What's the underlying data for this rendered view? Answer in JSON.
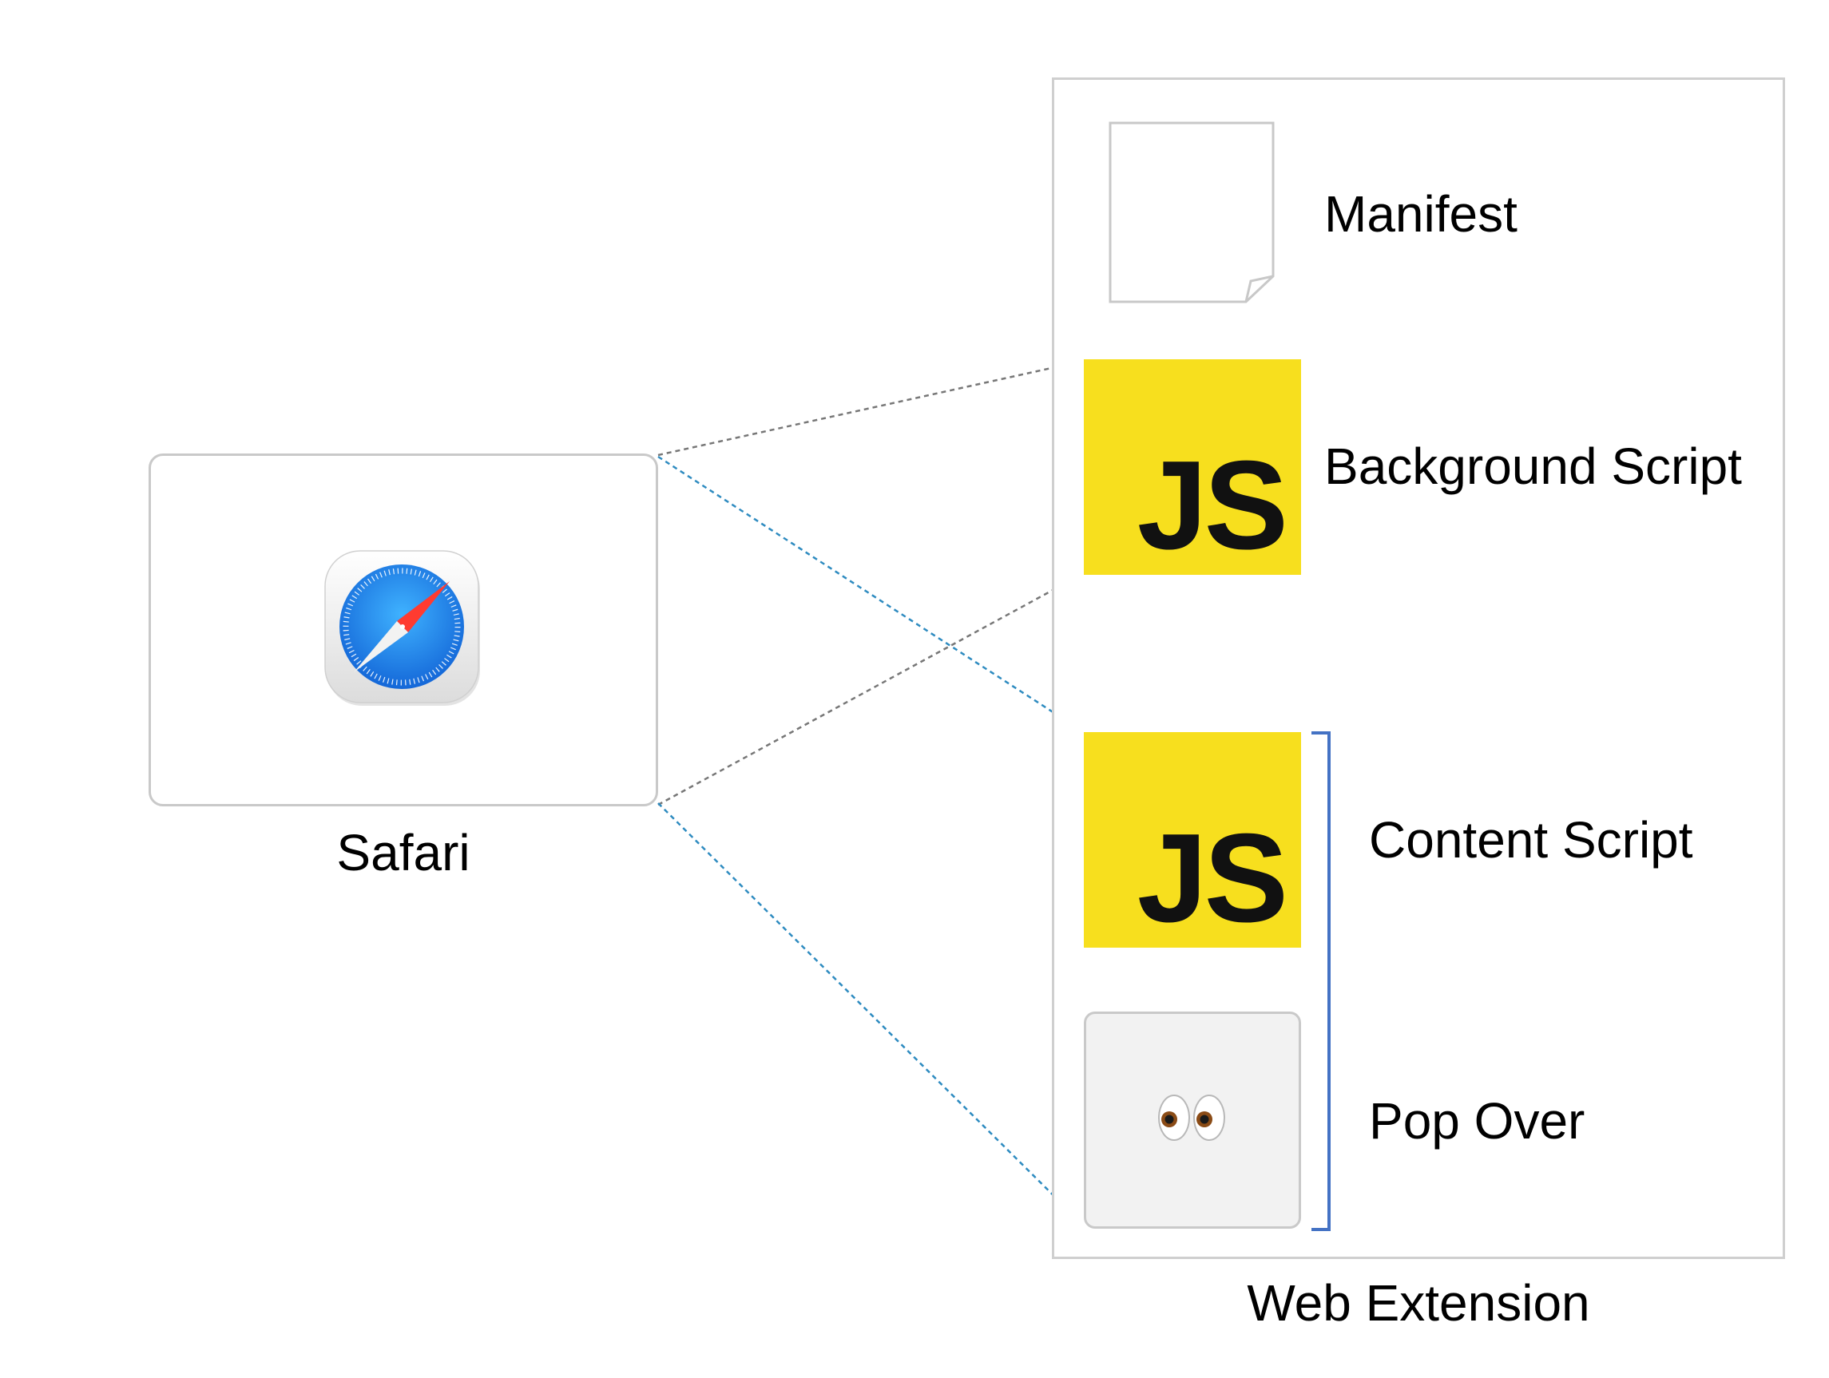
{
  "safari": {
    "label": "Safari",
    "icon": "safari-compass-icon"
  },
  "web_extension": {
    "label": "Web Extension",
    "components": [
      {
        "label": "Manifest",
        "icon": "document-page-icon"
      },
      {
        "label": "Background Script",
        "icon": "javascript-icon",
        "badge_text": "JS"
      },
      {
        "label": "Content Script",
        "icon": "javascript-icon",
        "badge_text": "JS"
      },
      {
        "label": "Pop Over",
        "icon": "eyes-icon"
      }
    ]
  },
  "colors": {
    "js_yellow": "#f7df1e",
    "bracket_blue": "#4472c4",
    "connector_gray": "#777777",
    "connector_blue": "#2e8bc0",
    "box_border": "#c9c9c9",
    "safari_blue": "#1a8cf0"
  }
}
